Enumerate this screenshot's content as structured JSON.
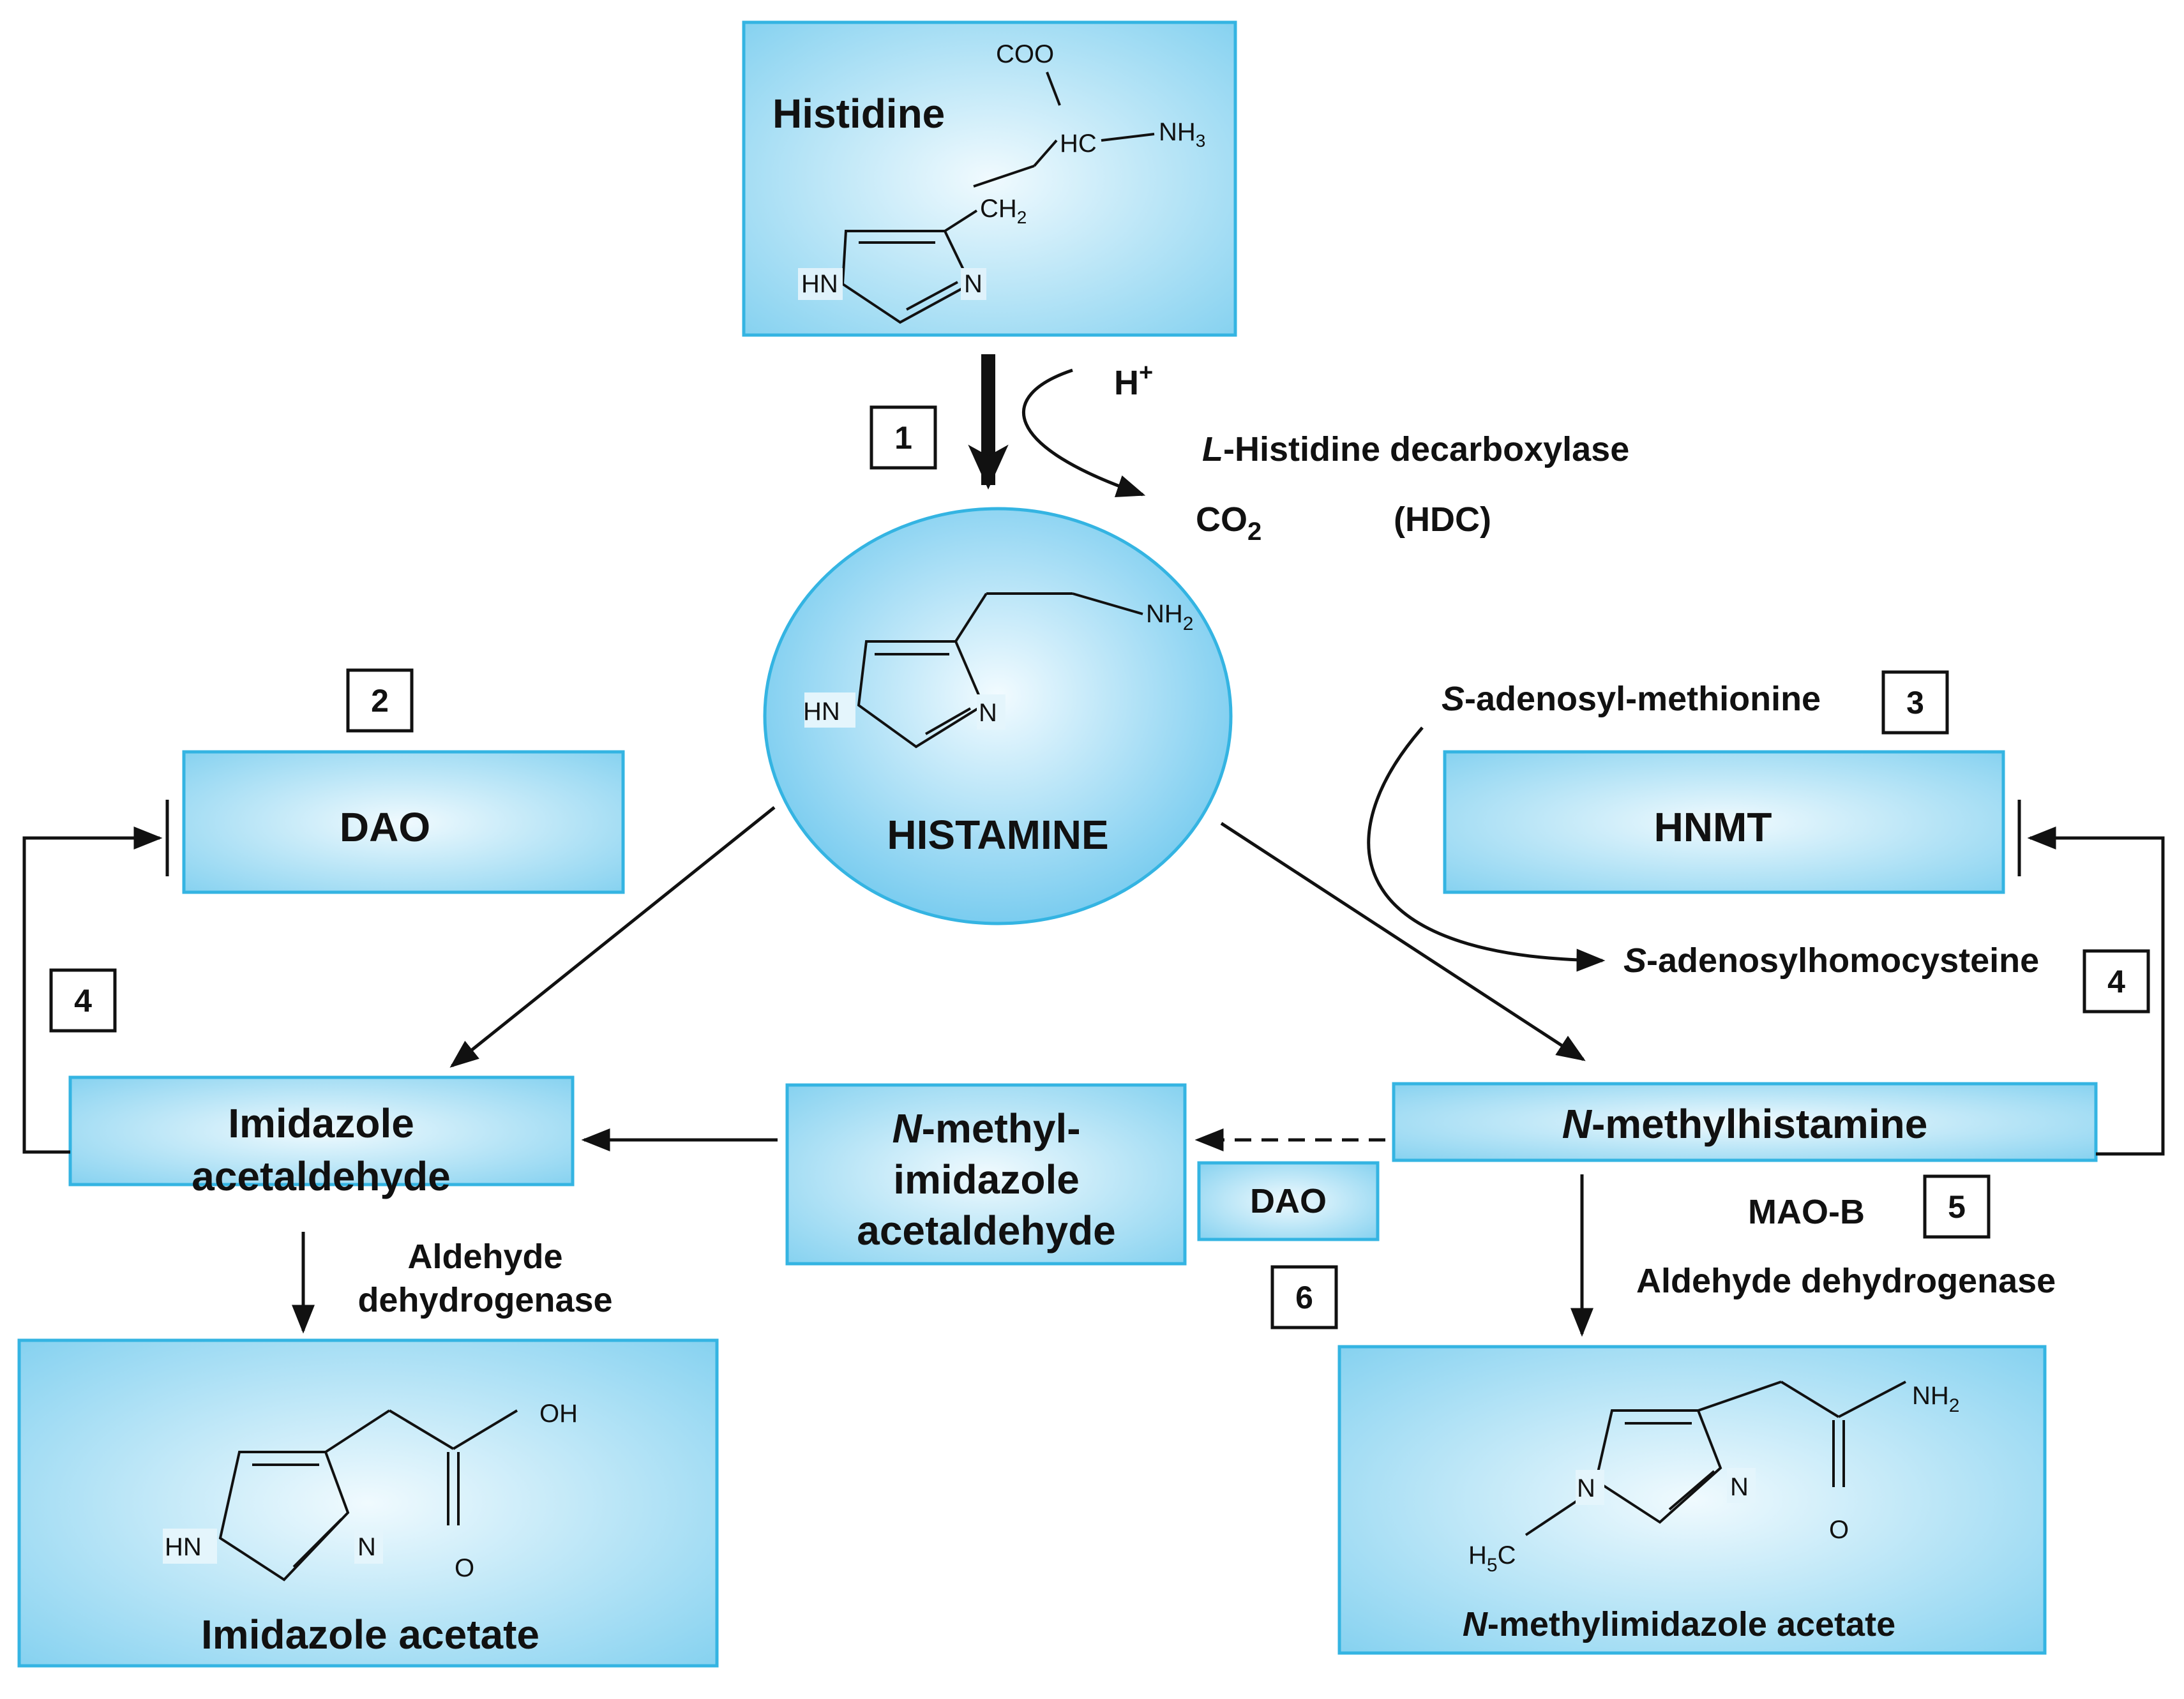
{
  "nodes": {
    "histidine": "Histidine",
    "histamine": "HISTAMINE",
    "dao_top": "DAO",
    "hnmt": "HNMT",
    "imidazole_acetaldehyde": [
      "Imidazole",
      "acetaldehyde"
    ],
    "n_methylimidazole_acetaldehyde": [
      "-methyl-",
      "imidazole",
      "acetaldehyde"
    ],
    "n_methylhistamine": "-methylhistamine",
    "dao_small": "DAO",
    "imidazole_acetate": "Imidazole acetate",
    "n_methylimidazole_acetate": "-methylimidazole acetate"
  },
  "italic_prefixes": {
    "N": "N",
    "L": "L",
    "S": "S"
  },
  "labels": {
    "h_plus": "H",
    "plus_sup": "+",
    "hdc_enzyme": "-Histidine decarboxylase",
    "co2": "CO",
    "co2_sub": "2",
    "hdc_abbr": "(HDC)",
    "sam": "-adenosyl-methionine",
    "sah": "-adenosylhomocysteine",
    "aldehyde_dh_left": [
      "Aldehyde",
      "dehydrogenase"
    ],
    "mao_b": "MAO-B",
    "aldehyde_dh_right": "Aldehyde dehydrogenase"
  },
  "step_numbers": {
    "hdc": "1",
    "dao": "2",
    "hnmt": "3",
    "feedback_left": "4",
    "feedback_right": "4",
    "mao": "5",
    "dao_small": "6"
  },
  "chem": {
    "coo": "COO",
    "hc": "HC",
    "nh": "NH",
    "sub3": "3",
    "sub2": "2",
    "ch": "CH",
    "hn": "HN",
    "n": "N",
    "oh": "OH",
    "o": "O",
    "h5c_h": "H",
    "h5c_5": "5",
    "h5c_c": "C"
  },
  "colors": {
    "box_border": "#34b4e2",
    "box_fill_light": "#e4f5fc",
    "box_fill_dark": "#7fcfef",
    "line": "#111111"
  }
}
